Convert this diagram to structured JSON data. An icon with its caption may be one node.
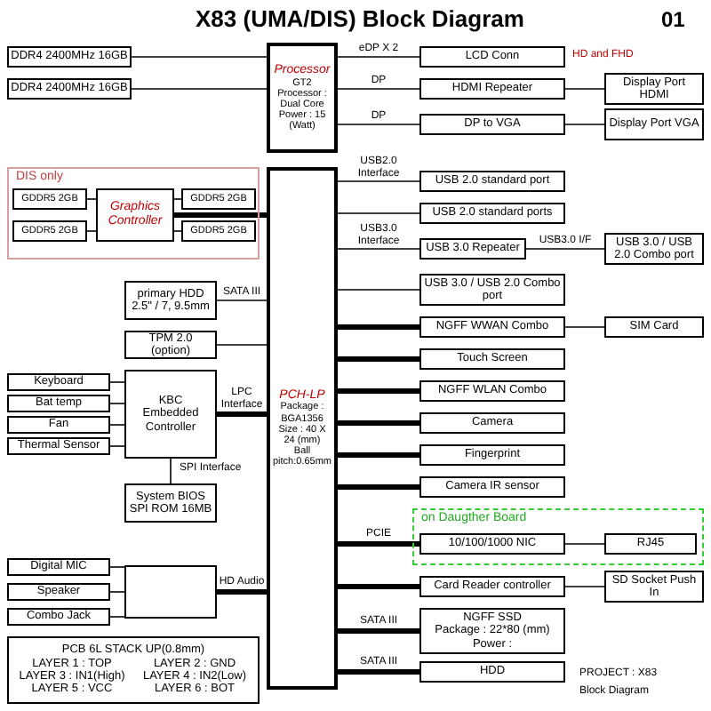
{
  "diagram": {
    "title": "X83 (UMA/DIS) Block Diagram",
    "nodes": [
      {
        "text": [
          "Processor",
          "GT2",
          "Processor : Dual Core Power : 15 (Watt)"
        ]
      },
      {
        "text": [
          "PCH-LP",
          "Package : BGA1356",
          "Size : 40 X 24 (mm)",
          "Ball pitch:0.65mm"
        ]
      },
      {
        "text": [
          "DDR4 2400MHz 16GB"
        ]
      },
      {
        "text": [
          "DDR4 2400MHz 16GB"
        ]
      },
      {
        "text": [
          "LCD Conn"
        ]
      },
      {
        "text": [
          "HDMI Repeater"
        ]
      },
      {
        "text": [
          "Display Port HDMI"
        ]
      },
      {
        "text": [
          "DP to VGA"
        ]
      },
      {
        "text": [
          "Display Port VGA"
        ]
      },
      {
        "text": [
          "USB 2.0 standard port"
        ]
      },
      {
        "text": [
          "USB 2.0 standard ports"
        ]
      },
      {
        "text": [
          "USB 3.0 Repeater"
        ]
      },
      {
        "text": [
          "USB 3.0 / USB 2.0 Combo port"
        ]
      },
      {
        "text": [
          "USB 3.0 / USB 2.0 Combo port"
        ]
      },
      {
        "text": [
          "SIM Card"
        ]
      },
      {
        "text": [
          "NGFF WWAN Combo"
        ]
      },
      {
        "text": [
          "Touch Screen"
        ]
      },
      {
        "text": [
          "NGFF WLAN Combo"
        ]
      },
      {
        "text": [
          "Camera"
        ]
      },
      {
        "text": [
          "Fingerprint"
        ]
      },
      {
        "text": [
          "Camera IR sensor"
        ]
      },
      {
        "text": [
          "on Daugther Board"
        ]
      },
      {
        "text": [
          "10/100/1000 NIC"
        ],
        "in": 21
      },
      {
        "text": [
          "RJ45"
        ],
        "in": 21
      },
      {
        "text": [
          "Card Reader controller"
        ]
      },
      {
        "text": [
          "SD Socket Push In"
        ]
      },
      {
        "text": [
          "NGFF SSD",
          "Package : 22*80 (mm)",
          "Power :"
        ]
      },
      {
        "text": [
          "HDD"
        ]
      },
      {
        "text": [
          "PCB 6L STACK UP(0.8mm)",
          "LAYER 1 : TOP",
          "LAYER 2 : GND",
          "LAYER 3 : IN1(High)",
          "LAYER 4 : IN2(Low)",
          "LAYER 5 : VCC",
          "LAYER 6 : BOT"
        ]
      },
      {
        "text": [
          "DIS only"
        ]
      },
      {
        "text": [
          "GDDR5 2GB"
        ],
        "in": 29
      },
      {
        "text": [
          "GDDR5 2GB"
        ],
        "in": 29
      },
      {
        "text": [
          "GDDR5 2GB"
        ],
        "in": 29
      },
      {
        "text": [
          "GDDR5 2GB"
        ],
        "in": 29
      },
      {
        "text": [
          "Graphics Controller"
        ],
        "in": 29
      },
      {
        "text": [
          "primary HDD",
          "2.5\" / 7, 9.5mm"
        ]
      },
      {
        "text": [
          "Keyboard"
        ]
      },
      {
        "text": [
          "Bat temp"
        ]
      },
      {
        "text": [
          "Fan"
        ]
      },
      {
        "text": [
          "Thermal Sensor"
        ]
      },
      {
        "text": [
          "KBC",
          "Embedded Controller"
        ]
      },
      {
        "text": [
          "System BIOS SPI ROM 16MB"
        ]
      },
      {
        "text": [
          "TPM 2.0 (option)"
        ]
      },
      {
        "text": [],
        "shape": "box"
      },
      {
        "text": [
          "Digital MIC"
        ]
      },
      {
        "text": [
          "Speaker"
        ]
      },
      {
        "text": [
          "Combo Jack"
        ]
      }
    ],
    "edges": [
      {
        "from": 2,
        "to": 0,
        "arrow": "none"
      },
      {
        "from": 3,
        "to": 0,
        "arrow": "none"
      },
      {
        "from": 0,
        "to": 4,
        "arrow": "none",
        "label": "eDP X 2"
      },
      {
        "from": 0,
        "to": 5,
        "arrow": "none",
        "label": "DP"
      },
      {
        "from": 5,
        "to": 6,
        "arrow": "none"
      },
      {
        "from": 0,
        "to": 7,
        "arrow": "none",
        "label": "DP"
      },
      {
        "from": 7,
        "to": 8,
        "arrow": "none"
      },
      {
        "from": 1,
        "to": 9,
        "arrow": "none",
        "label": "USB2.0 Interface"
      },
      {
        "from": 1,
        "to": 10,
        "arrow": "none"
      },
      {
        "from": 1,
        "to": 11,
        "arrow": "none",
        "label": "USB3.0 Interface"
      },
      {
        "from": 11,
        "to": 12,
        "arrow": "none",
        "label": "USB3.0 I/F"
      },
      {
        "from": 1,
        "to": 13,
        "arrow": "none"
      },
      {
        "from": 15,
        "to": 14,
        "arrow": "none"
      },
      {
        "from": 1,
        "to": 15,
        "arrow": "none",
        "style": "thick"
      },
      {
        "from": 1,
        "to": 16,
        "arrow": "none",
        "style": "thick"
      },
      {
        "from": 1,
        "to": 17,
        "arrow": "none",
        "style": "thick"
      },
      {
        "from": 1,
        "to": 18,
        "arrow": "none",
        "style": "thick"
      },
      {
        "from": 1,
        "to": 19,
        "arrow": "none",
        "style": "thick"
      },
      {
        "from": 1,
        "to": 20,
        "arrow": "none",
        "style": "thick"
      },
      {
        "from": 1,
        "to": 22,
        "arrow": "none",
        "style": "thick",
        "label": "PCIE"
      },
      {
        "from": 22,
        "to": 23,
        "arrow": "none"
      },
      {
        "from": 1,
        "to": 24,
        "arrow": "none",
        "style": "thick"
      },
      {
        "from": 24,
        "to": 25,
        "arrow": "none"
      },
      {
        "from": 1,
        "to": 26,
        "arrow": "none",
        "style": "thick",
        "label": "SATA III"
      },
      {
        "from": 1,
        "to": 27,
        "arrow": "none",
        "style": "thick",
        "label": "SATA III"
      },
      {
        "from": 34,
        "to": 30,
        "arrow": "none"
      },
      {
        "from": 34,
        "to": 31,
        "arrow": "none"
      },
      {
        "from": 34,
        "to": 32,
        "arrow": "none"
      },
      {
        "from": 34,
        "to": 33,
        "arrow": "none"
      },
      {
        "from": 34,
        "to": 1,
        "arrow": "none",
        "style": "thick"
      },
      {
        "from": 35,
        "to": 1,
        "arrow": "none",
        "label": "SATA III"
      },
      {
        "from": 40,
        "to": 1,
        "arrow": "none",
        "style": "thick",
        "label": "LPC Interface"
      },
      {
        "from": 36,
        "to": 40,
        "arrow": "none"
      },
      {
        "from": 37,
        "to": 40,
        "arrow": "none"
      },
      {
        "from": 38,
        "to": 40,
        "arrow": "none"
      },
      {
        "from": 39,
        "to": 40,
        "arrow": "none"
      },
      {
        "from": 40,
        "to": 41,
        "arrow": "none",
        "label": "SPI Interface"
      },
      {
        "from": 42,
        "to": 1,
        "arrow": "none"
      },
      {
        "from": 1,
        "to": 43,
        "arrow": "none",
        "style": "thick",
        "label": "HD Audio"
      },
      {
        "from": 44,
        "to": 43,
        "arrow": "none"
      },
      {
        "from": 45,
        "to": 43,
        "arrow": "none"
      },
      {
        "from": 46,
        "to": 43,
        "arrow": "none"
      }
    ],
    "labels": [
      "01",
      "HD and FHD",
      "PROJECT : X83",
      "Block Diagram"
    ]
  }
}
